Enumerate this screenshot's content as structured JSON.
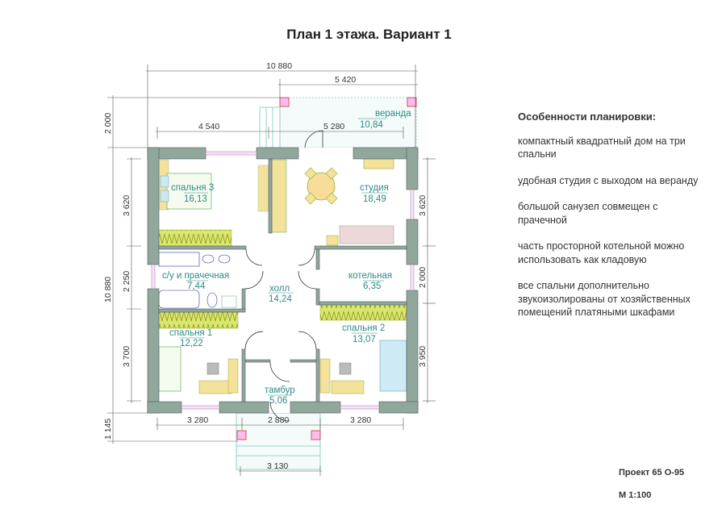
{
  "title": "План 1 этажа. Вариант 1",
  "features": {
    "heading": "Особенности планировки:",
    "items": [
      "компактный квадратный дом на три спальни",
      "удобная студия с выходом на веранду",
      "большой санузел совмещен с прачечной",
      "часть просторной котельной можно использовать как кладовую",
      "все спальни дополнительно звукоизолированы от хозяйственных помещений платяными шкафами"
    ]
  },
  "project": "Проект 65 О-95",
  "scale": "М  1:100",
  "rooms": {
    "veranda": {
      "name": "веранда",
      "area": "10,84"
    },
    "bedroom3": {
      "name": "спальня 3",
      "area": "16,13"
    },
    "studio": {
      "name": "студия",
      "area": "18,49"
    },
    "bathroom": {
      "name": "с/у и прачечная",
      "area": "7,44"
    },
    "hall": {
      "name": "холл",
      "area": "14,24"
    },
    "boiler": {
      "name": "котельная",
      "area": "6,35"
    },
    "bedroom1": {
      "name": "спальня 1",
      "area": "12,22"
    },
    "bedroom2": {
      "name": "спальня 2",
      "area": "13,07"
    },
    "vestibule": {
      "name": "тамбур",
      "area": "5,06"
    }
  },
  "dimensions": {
    "total_width": "10 880",
    "veranda_width": "5 420",
    "top_left": "4 540",
    "top_right": "5 280",
    "veranda_depth": "2 000",
    "total_depth": "10 880",
    "porch_depth": "1 145",
    "left_1": "3 620",
    "left_2": "2 250",
    "left_3": "3 700",
    "right_1": "3 620",
    "right_2": "2 000",
    "right_3": "3 950",
    "bottom_1": "3 280",
    "bottom_2": "2 880",
    "bottom_3": "3 280",
    "porch_width": "3 130"
  },
  "colors": {
    "wall": "#8fa89b",
    "text": "#2f8a86",
    "furniture": "#f2e29a",
    "wardrobe": "#dbe66c"
  }
}
